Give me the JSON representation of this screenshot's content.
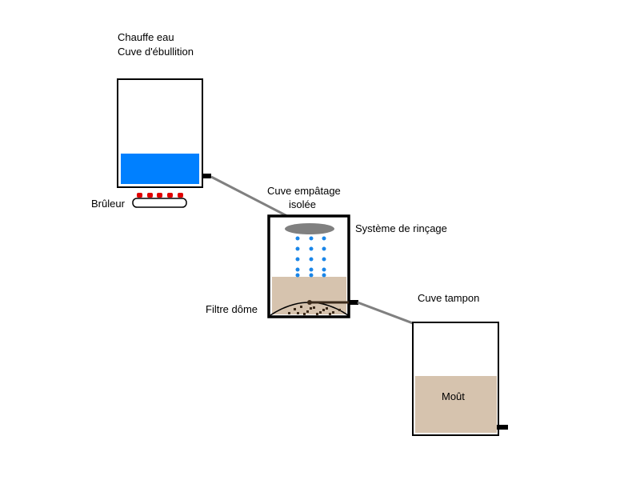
{
  "labels": {
    "heater_line1": "Chauffe eau",
    "heater_line2": "Cuve d'ébullition",
    "burner": "Brûleur",
    "mash_line1": "Cuve empâtage",
    "mash_line2": "isolée",
    "sparge": "Système de rinçage",
    "dome_filter": "Filtre dôme",
    "buffer_tank": "Cuve tampon",
    "wort": "Moût"
  },
  "colors": {
    "hot_water": "#0080ff",
    "flame": "#e00000",
    "wort": "#d6c3ae",
    "pipe": "#808080",
    "sprinkler": "#808080",
    "water_drops": "#1a86e8",
    "grain_dots": "#3b2a1a"
  }
}
